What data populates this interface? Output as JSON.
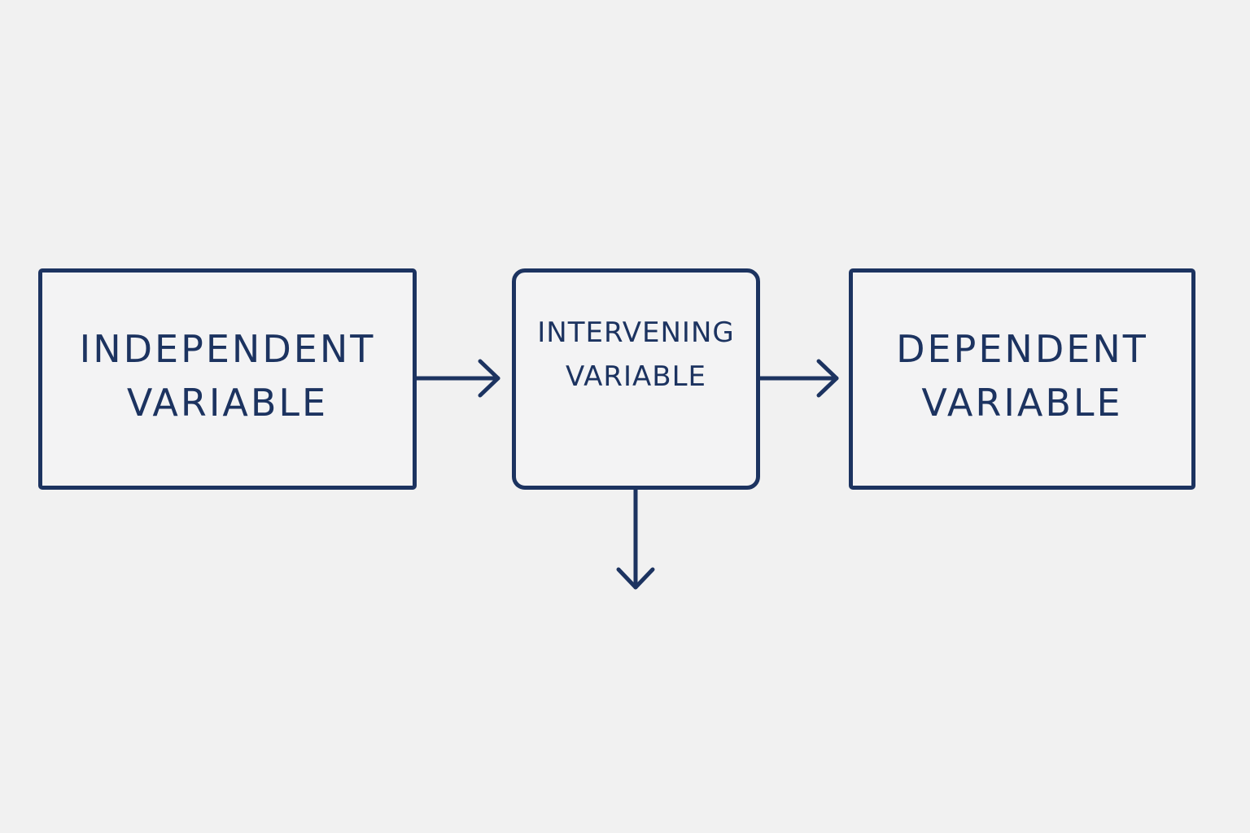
{
  "diagram": {
    "nodes": [
      {
        "id": "independent",
        "lines": [
          "INDEPENDENT",
          "VARIABLE"
        ]
      },
      {
        "id": "intervening",
        "lines": [
          "INTERVENING",
          "VARIABLE"
        ]
      },
      {
        "id": "dependent",
        "lines": [
          "DEPENDENT",
          "VARIABLE"
        ]
      }
    ],
    "edges": [
      {
        "from": "independent",
        "to": "intervening",
        "direction": "right"
      },
      {
        "from": "intervening",
        "to": "dependent",
        "direction": "right"
      },
      {
        "from": "intervening",
        "to": "",
        "direction": "down"
      }
    ],
    "colors": {
      "stroke": "#1c3360",
      "node_fill": "#f3f3f4",
      "background": "#f1f1f1"
    }
  }
}
